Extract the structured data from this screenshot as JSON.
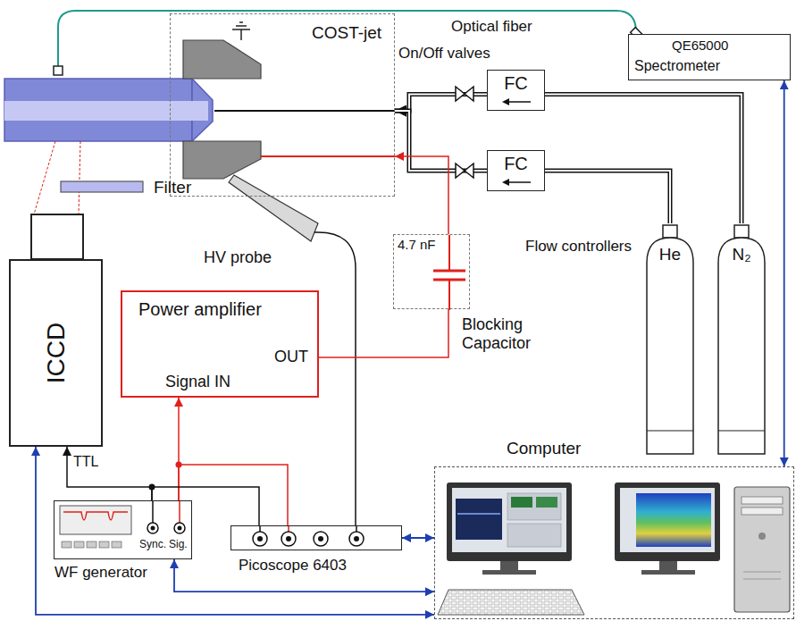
{
  "diagram": {
    "nodes": [
      {
        "text": [
          "COST-jet"
        ]
      },
      {
        "text": [
          "QE65000",
          "Spectrometer"
        ]
      },
      {
        "text": [
          "FC"
        ]
      },
      {
        "text": [
          "FC"
        ]
      },
      {
        "text": [
          "He"
        ]
      },
      {
        "text": [
          "N₂"
        ]
      },
      {
        "text": [
          "4.7 nF",
          "Blocking Capacitor"
        ]
      },
      {
        "text": [
          "ICCD"
        ]
      },
      {
        "text": [
          "Power amplifier",
          "OUT",
          "Signal IN"
        ]
      },
      {
        "text": [
          "Computer"
        ]
      },
      {
        "text": [
          "Sync.",
          "Sig.",
          "WF generator"
        ]
      },
      {
        "text": [
          "Picoscope 6403"
        ]
      }
    ],
    "edges": [
      {
        "from": 1,
        "to": 9,
        "arrow": "both"
      },
      {
        "from": 5,
        "to": 2,
        "arrow": "none"
      },
      {
        "from": 4,
        "to": 3,
        "arrow": "none"
      },
      {
        "from": 2,
        "to": 0,
        "arrow": "to"
      },
      {
        "from": 3,
        "to": 0,
        "arrow": "to"
      },
      {
        "from": 8,
        "to": 6,
        "arrow": "none"
      },
      {
        "from": 6,
        "to": 0,
        "arrow": "to"
      },
      {
        "from": 10,
        "to": 8,
        "arrow": "to"
      },
      {
        "from": 10,
        "to": 11,
        "arrow": "none"
      },
      {
        "from": 10,
        "to": 7,
        "arrow": "to",
        "label": "TTL"
      },
      {
        "from": 10,
        "to": 11,
        "arrow": "none"
      },
      {
        "from": 9,
        "to": 7,
        "arrow": "both"
      },
      {
        "from": 9,
        "to": 10,
        "arrow": "both"
      },
      {
        "from": 11,
        "to": 9,
        "arrow": "both"
      }
    ],
    "labels": [
      "Optical fiber",
      "On/Off valves",
      "Filter",
      "HV probe",
      "Flow controllers"
    ]
  }
}
